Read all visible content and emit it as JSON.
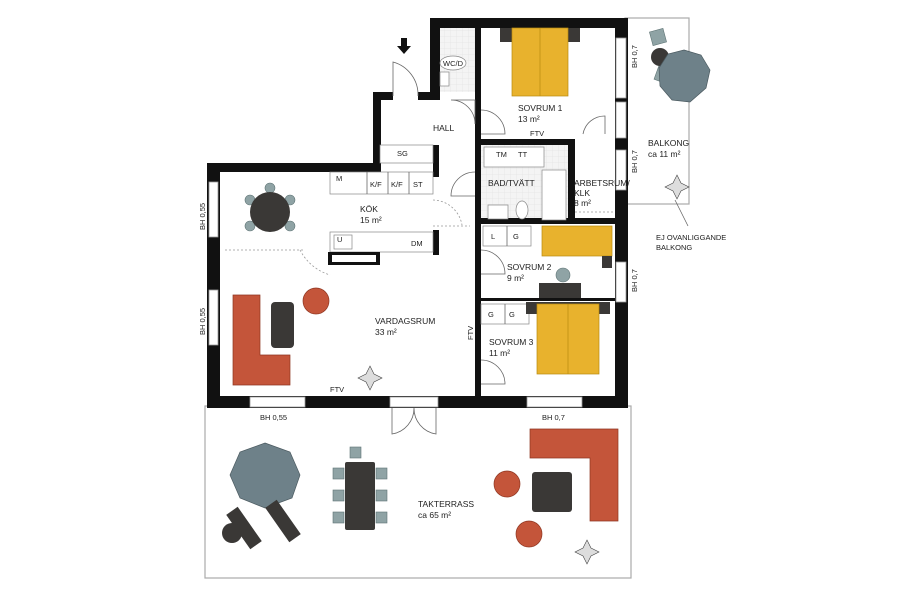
{
  "rooms": {
    "hall": {
      "name": "HALL"
    },
    "wc": {
      "name": "WC/D"
    },
    "sovrum1": {
      "name": "SOVRUM 1",
      "area": "13 m²"
    },
    "bad": {
      "name": "BAD/TVÄTT"
    },
    "arbetsrum": {
      "name": "ARBETSRUM/",
      "name2": "KLK",
      "area": "8 m²"
    },
    "kok": {
      "name": "KÖK",
      "area": "15 m²"
    },
    "vardagsrum": {
      "name": "VARDAGSRUM",
      "area": "33 m²"
    },
    "sovrum2": {
      "name": "SOVRUM 2",
      "area": "9 m²"
    },
    "sovrum3": {
      "name": "SOVRUM 3",
      "area": "11 m²"
    },
    "balkong": {
      "name": "BALKONG",
      "area": "ca 11 m²"
    },
    "takterrass": {
      "name": "TAKTERRASS",
      "area": "ca 65 m²"
    }
  },
  "fixtures": {
    "sg": "SG",
    "m": "M",
    "kf1": "K/F",
    "kf2": "K/F",
    "st": "ST",
    "u": "U",
    "dm": "DM",
    "tm": "TM",
    "tt": "TT",
    "l": "L",
    "g1": "G",
    "g2": "G",
    "g3": "G",
    "ftv1": "FTV",
    "ftv2": "FTV",
    "ftv3": "FTV"
  },
  "windows": {
    "bh055_a": "BH 0,55",
    "bh055_b": "BH 0,55",
    "bh055_c": "BH 0,55",
    "bh07_a": "BH 0,7",
    "bh07_b": "BH 0,7",
    "bh07_c": "BH 0,7",
    "bh07_d": "BH 0,7"
  },
  "notes": {
    "balcony_note_1": "EJ OVANLIGGANDE",
    "balcony_note_2": "BALKONG"
  },
  "entrance": {
    "icon": "arrow-down-icon"
  },
  "colors": {
    "bed": "#e8b22d",
    "sofa": "#c4553a",
    "umbrella": "#6e8189",
    "wall": "#111111"
  }
}
